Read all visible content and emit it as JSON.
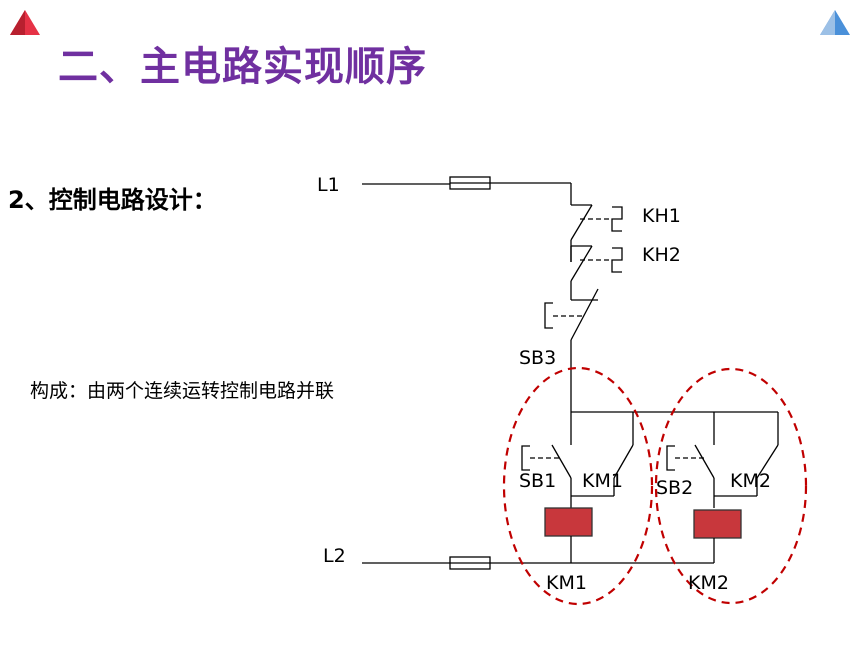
{
  "title": "二、主电路实现顺序",
  "subtitle": "2、控制电路设计：",
  "description": "构成：由两个连续运转控制电路并联",
  "labels": {
    "l1": "L1",
    "l2": "L2",
    "kh1": "KH1",
    "kh2": "KH2",
    "sb3": "SB3",
    "sb1": "SB1",
    "km1_contact": "KM1",
    "sb2": "SB2",
    "km2_contact": "KM2",
    "km1_coil": "KM1",
    "km2_coil": "KM2"
  },
  "colors": {
    "title": "#7030a0",
    "corner_left": "#e63246",
    "corner_right": "#4a90d9",
    "coil": "#c8373c",
    "highlight_circle": "#c00000"
  }
}
